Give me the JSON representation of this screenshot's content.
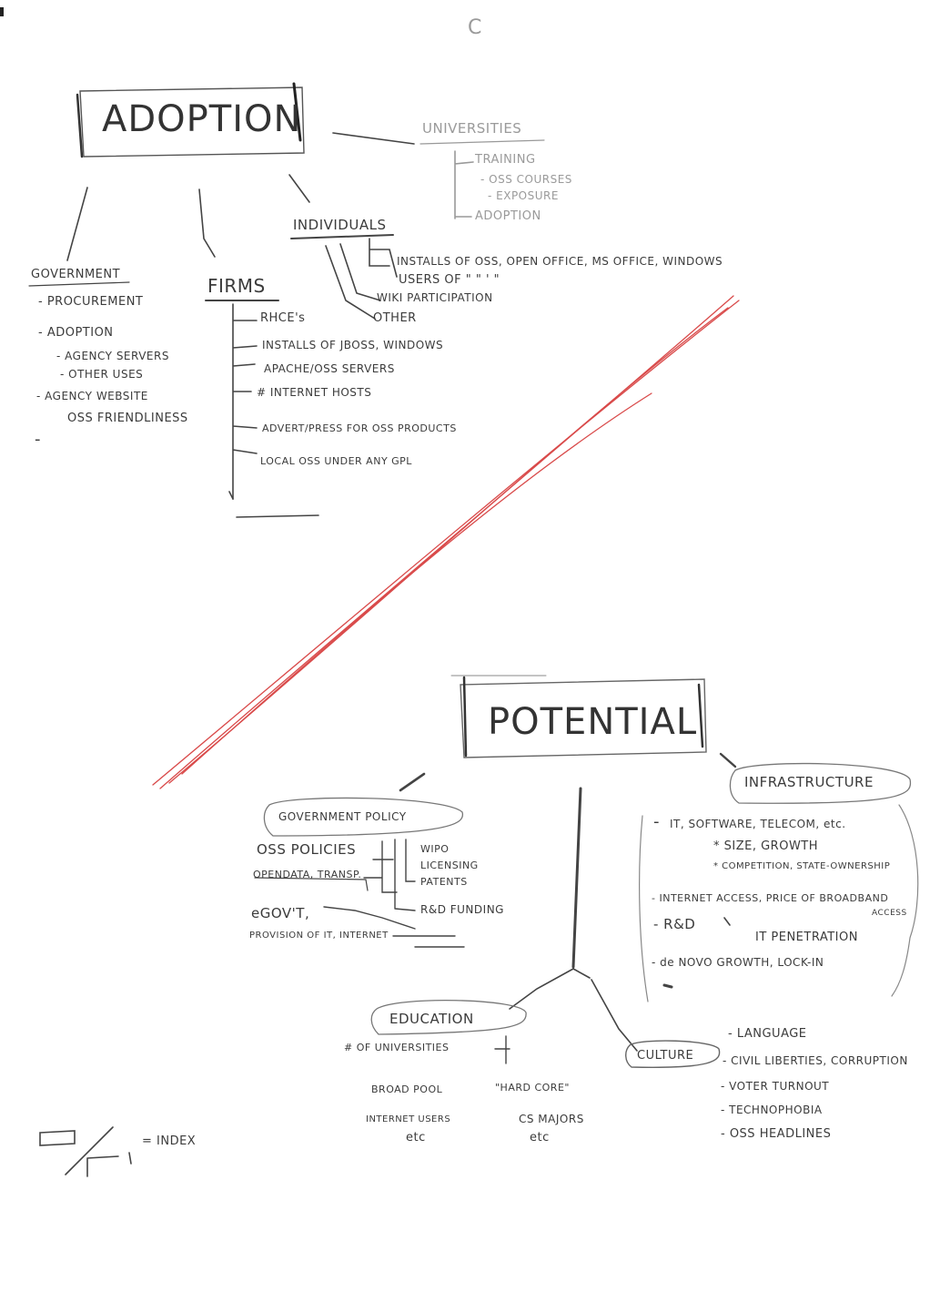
{
  "page_letter": "C",
  "adoption": {
    "title": "ADOPTION",
    "universities": {
      "label": "UNIVERSITIES",
      "training": "TRAINING",
      "oss_courses": "- OSS COURSES",
      "exposure": "- EXPOSURE",
      "adoption": "ADOPTION"
    },
    "individuals": {
      "label": "INDIVIDUALS",
      "items": [
        "INSTALLS OF OSS, OPEN OFFICE, MS OFFICE, WINDOWS",
        "USERS OF  \"     \"       '     \"",
        "WIKI PARTICIPATION",
        "OTHER"
      ]
    },
    "government": {
      "label": "GOVERNMENT",
      "procurement": "- PROCUREMENT",
      "adoption": "- ADOPTION",
      "agency_servers": "- AGENCY SERVERS",
      "other_uses": "- OTHER USES",
      "agency_website": "- AGENCY WEBSITE",
      "oss_friendliness": "OSS FRIENDLINESS",
      "dash": "-"
    },
    "firms": {
      "label": "FIRMS",
      "items": [
        "RHCE's",
        "INSTALLS OF JBOSS, WINDOWS",
        "APACHE/OSS SERVERS",
        "# INTERNET HOSTS",
        "ADVERT/PRESS FOR OSS PRODUCTS",
        "LOCAL OSS UNDER ANY GPL"
      ]
    }
  },
  "potential": {
    "title": "POTENTIAL",
    "government_policy": {
      "label": "GOVERNMENT POLICY",
      "oss_policies": "OSS POLICIES",
      "opendata": "OPENDATA, TRANSP.",
      "egov": "eGOV'T,",
      "provision": "PROVISION OF IT, INTERNET",
      "wipo": "WIPO",
      "licensing": "LICENSING",
      "patents": "PATENTS",
      "rd_funding": "R&D FUNDING"
    },
    "infrastructure": {
      "label": "INFRASTRUCTURE",
      "it": "IT, SOFTWARE, TELECOM, etc.",
      "it_dash": "-",
      "size": "* SIZE, GROWTH",
      "competition": "* COMPETITION, STATE-OWNERSHIP",
      "internet_access": "- INTERNET ACCESS, PRICE OF BROADBAND",
      "access": "ACCESS",
      "rd": "- R&D",
      "it_penetration": "IT PENETRATION",
      "de_novo": "- de NOVO GROWTH, LOCK-IN",
      "dash": "-"
    },
    "education": {
      "label": "EDUCATION",
      "universities": "# OF UNIVERSITIES",
      "broad_pool": "BROAD POOL",
      "internet_users": "INTERNET USERS",
      "etc1": "etc",
      "hard_core": "\"HARD CORE\"",
      "cs_majors": "CS MAJORS",
      "etc2": "etc"
    },
    "culture": {
      "label": "CULTURE",
      "items": [
        "- LANGUAGE",
        "- CIVIL LIBERTIES, CORRUPTION",
        "- VOTER TURNOUT",
        "- TECHNOPHOBIA",
        "- OSS HEADLINES"
      ]
    }
  },
  "legend": {
    "text": "= INDEX"
  },
  "colors": {
    "ink": "#3b3b3b",
    "faint": "#9a9a9a",
    "red": "#d94a4a"
  }
}
